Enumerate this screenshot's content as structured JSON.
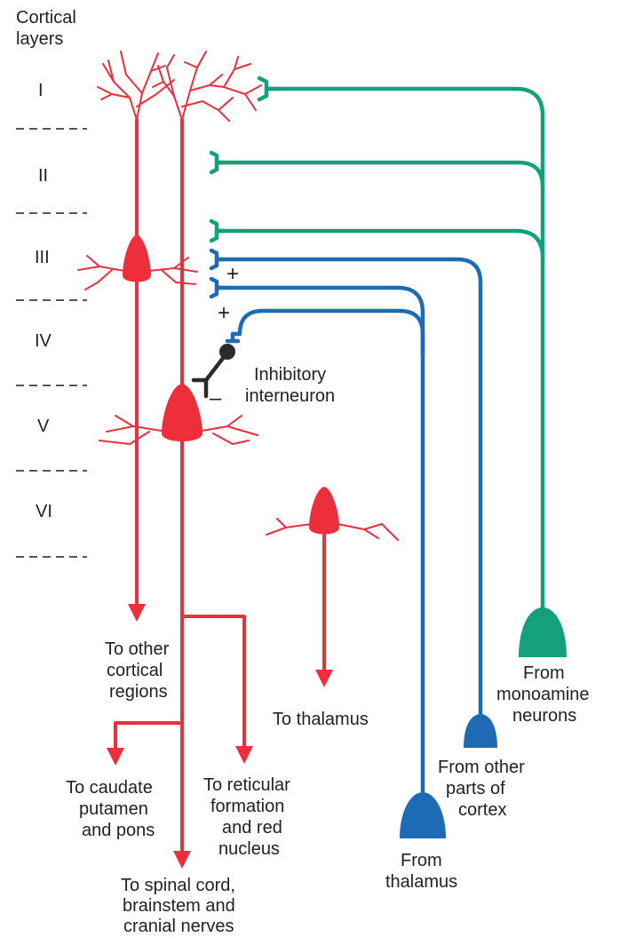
{
  "header": {
    "line1": "Cortical",
    "line2": "layers"
  },
  "layers": [
    "I",
    "II",
    "III",
    "IV",
    "V",
    "VI"
  ],
  "colors": {
    "efferent": "#ed2f3c",
    "monoamine": "#13a07a",
    "thalamic": "#1f6ab5",
    "interneuron": "#2b2b2b",
    "text": "#231f20"
  },
  "signs": {
    "plus": "+",
    "minus": "–"
  },
  "labels": {
    "inhibitory": [
      "Inhibitory",
      "interneuron"
    ],
    "other_cortical": [
      "To other",
      "cortical",
      "regions"
    ],
    "thalamus_out": [
      "To thalamus"
    ],
    "caudate": [
      "To caudate",
      "putamen",
      "and pons"
    ],
    "reticular": [
      "To reticular",
      "formation",
      "and red",
      "nucleus"
    ],
    "spinal": [
      "To spinal cord,",
      "brainstem and",
      "cranial nerves"
    ],
    "from_thalamus": [
      "From",
      "thalamus"
    ],
    "from_cortex": [
      "From other",
      "parts of",
      "cortex"
    ],
    "from_monoamine": [
      "From",
      "monoamine",
      "neurons"
    ]
  }
}
